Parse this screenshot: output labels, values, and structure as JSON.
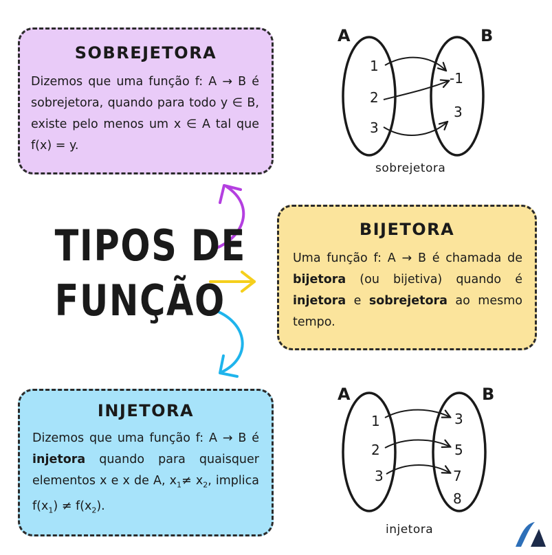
{
  "title": {
    "line1": "TIPOS DE",
    "line2": "FUNÇÃO"
  },
  "cards": {
    "sobrejetora": {
      "heading": "SOBREJETORA",
      "text": "Dizemos que uma função f: A → B é sobrejetora, quando para todo y ∈ B, existe pelo menos um x ∈ A tal que f(x) = y."
    },
    "bijetora": {
      "heading": "BIJETORA",
      "t1": "Uma função f: A → B é chamada de ",
      "b1": "bijetora",
      "t2": " (ou bijetiva) quando é ",
      "b2": "injetora",
      "t3": " e ",
      "b3": "sobrejetora",
      "t4": " ao mesmo tempo."
    },
    "injetora": {
      "heading": "INJETORA",
      "t1": "Dizemos que uma função f: A → B é ",
      "b1": "injetora",
      "t2": " quando para quaisquer elementos x e x de A, x",
      "s1": "1",
      "t3": "≠ x",
      "s2": "2",
      "t4": ", implica f(x",
      "s3": "1",
      "t5": ") ≠ f(x",
      "s4": "2",
      "t6": ")."
    }
  },
  "diagram_sobre": {
    "setA": "A",
    "setB": "B",
    "a_items": [
      "1",
      "2",
      "3"
    ],
    "b_items": [
      "-1",
      "3"
    ],
    "caption": "sobrejetora"
  },
  "diagram_inj": {
    "setA": "A",
    "setB": "B",
    "a_items": [
      "1",
      "2",
      "3"
    ],
    "b_items": [
      "3",
      "5",
      "7",
      "8"
    ],
    "caption": "injetora"
  },
  "colors": {
    "sobrejetora_bg": "#e9cbf8",
    "bijetora_bg": "#fbe49c",
    "injetora_bg": "#a7e3fa",
    "arrow_purple": "#b43fe0",
    "arrow_yellow": "#f5cf1c",
    "arrow_blue": "#1fb4ec",
    "logo_blue": "#2d6fb8",
    "logo_dark": "#1d2b4a"
  }
}
